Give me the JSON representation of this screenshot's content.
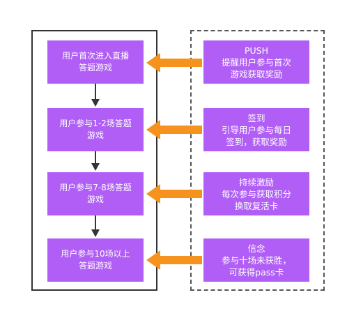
{
  "flow_steps": [
    {
      "lines": [
        "用户首次进入直播",
        "答题游戏"
      ]
    },
    {
      "lines": [
        "用户参与1-2场答题",
        "游戏"
      ]
    },
    {
      "lines": [
        "用户参与7-8场答题",
        "游戏"
      ]
    },
    {
      "lines": [
        "用户参与10场以上",
        "答题游戏"
      ]
    }
  ],
  "incentives": [
    {
      "lines": [
        "PUSH",
        "提醒用户参与首次",
        "游戏获取奖励"
      ]
    },
    {
      "lines": [
        "签到",
        "引导用户参与每日",
        "签到，获取奖励"
      ]
    },
    {
      "lines": [
        "持续激励",
        "每次参与获取积分",
        "换取复活卡"
      ]
    },
    {
      "lines": [
        "信念",
        "参与十场未获胜，",
        "可获得pass卡"
      ]
    }
  ],
  "colors": {
    "box_fill": "#b05ef5",
    "arrow_orange": "#f6921e",
    "flow_arrow": "#333333"
  }
}
